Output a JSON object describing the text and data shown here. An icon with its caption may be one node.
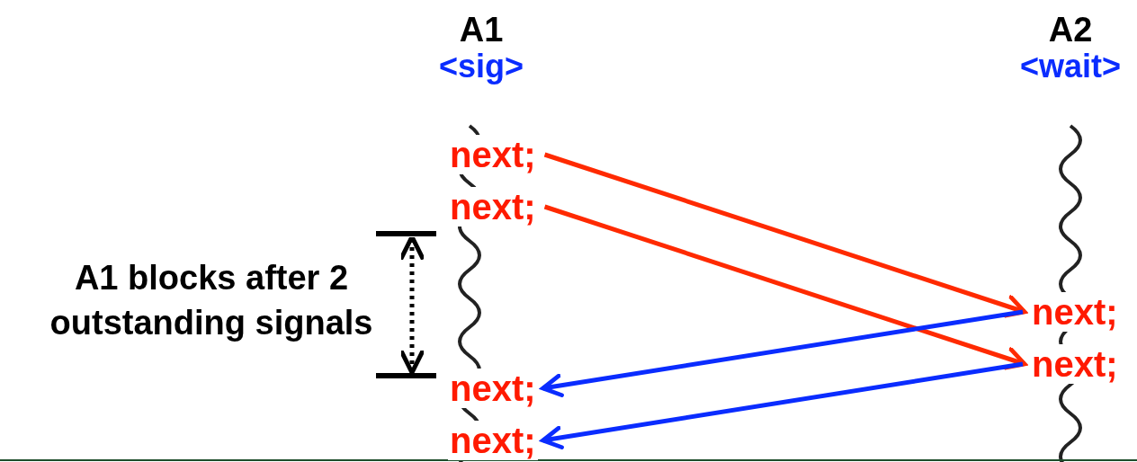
{
  "diagram": {
    "nodes": [
      {
        "text": [
          "A1",
          "<sig>"
        ]
      },
      {
        "text": [
          "A2",
          "<wait>"
        ]
      },
      {
        "text": [
          "next;"
        ]
      },
      {
        "text": [
          "next;"
        ]
      },
      {
        "text": [
          "next;"
        ]
      },
      {
        "text": [
          "next;"
        ]
      },
      {
        "text": [
          "next;"
        ]
      },
      {
        "text": [
          "next;"
        ]
      }
    ],
    "edges": [
      {
        "from": 2,
        "to": 4,
        "arrow": "to",
        "color": "#ff2a00"
      },
      {
        "from": 3,
        "to": 5,
        "arrow": "to",
        "color": "#ff2a00"
      },
      {
        "from": 4,
        "to": 6,
        "arrow": "to",
        "color": "#0a2cff"
      },
      {
        "from": 5,
        "to": 7,
        "arrow": "to",
        "color": "#0a2cff"
      }
    ],
    "labels": [
      "A1 blocks after 2 outstanding signals"
    ]
  }
}
